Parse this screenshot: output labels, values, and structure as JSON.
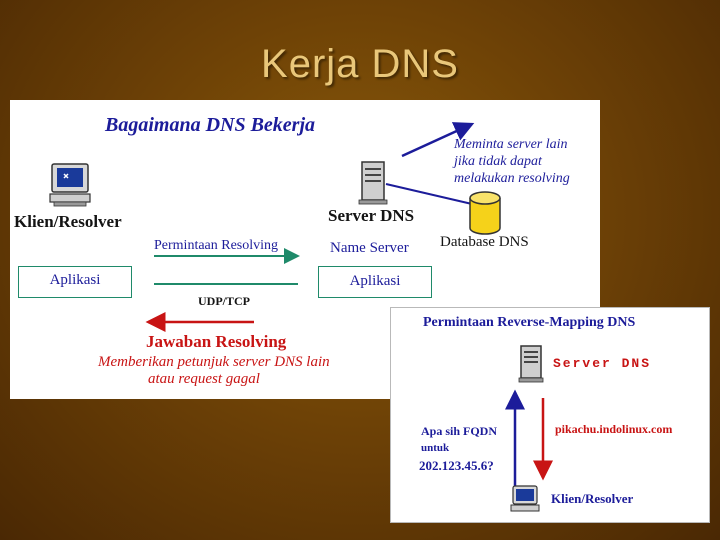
{
  "slide_title": "Kerja DNS",
  "main": {
    "heading": "Bagaimana DNS Bekerja",
    "client_label": "Klien/Resolver",
    "server_label": "Server DNS",
    "name_server_label": "Name Server",
    "database_label": "Database DNS",
    "other_server_note_line1": "Meminta server lain",
    "other_server_note_line2": "jika tidak dapat",
    "other_server_note_line3": "melakukan resolving",
    "client_app_label": "Aplikasi",
    "server_app_label": "Aplikasi",
    "request_label": "Permintaan Resolving",
    "protocol_label": "UDP/TCP",
    "answer_label": "Jawaban Resolving",
    "answer_note_line1": "Memberikan petunjuk server DNS lain",
    "answer_note_line2": "atau request gagal"
  },
  "reverse": {
    "heading": "Permintaan Reverse-Mapping DNS",
    "server_label": "Server DNS",
    "client_label": "Klien/Resolver",
    "query_line1": "Apa sih FQDN",
    "query_line2": "untuk",
    "query_ip": "202.123.45.6?",
    "answer_host": "pikachu.indolinux.com"
  },
  "colors": {
    "background": "#6e4206",
    "title": "#e9c77a",
    "blue_text": "#1c1c9a",
    "red_text": "#c81414",
    "arrow_green": "#1f8a6a",
    "database_yellow": "#f5d21a"
  },
  "icons": [
    "computer-icon",
    "server-tower-icon",
    "database-cylinder-icon"
  ]
}
